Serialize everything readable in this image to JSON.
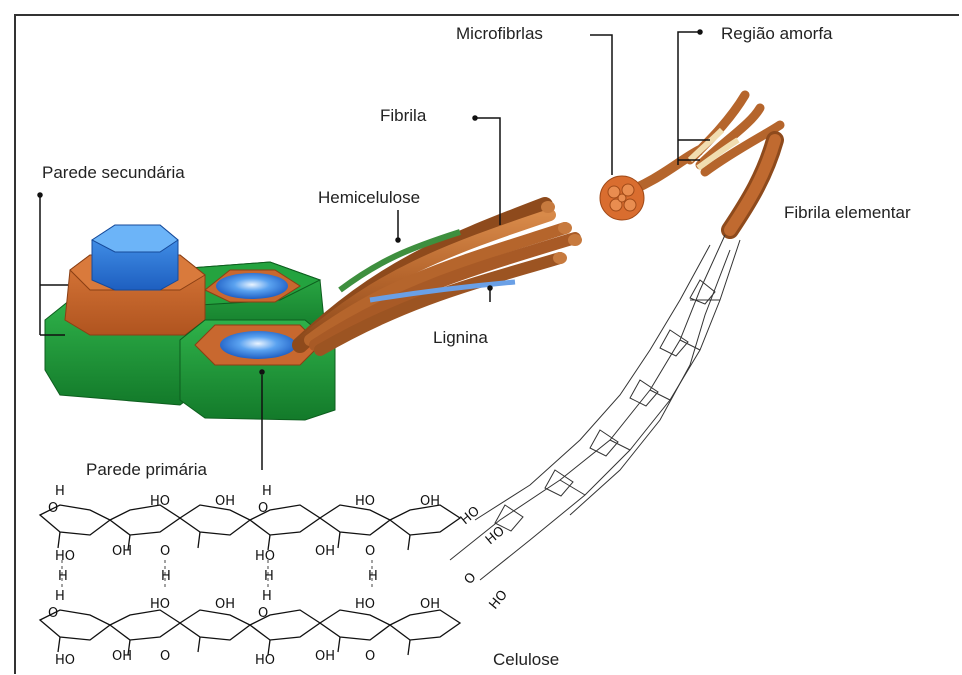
{
  "labels": {
    "parede_secundaria": "Parede secundária",
    "parede_primaria": "Parede primária",
    "hemicelulose": "Hemicelulose",
    "lignina": "Lignina",
    "fibrila": "Fibrila",
    "microfibrilas": "Microfibrlas",
    "regiao_amorfa": "Região amorfa",
    "fibrila_elementar": "Fibrila elementar",
    "celulose": "Celulose"
  },
  "colors": {
    "wall_green": "#1f9a3a",
    "wall_orange": "#c8682f",
    "lumen_blue": "#2f7fe0",
    "fibril_brown": "#b5652c",
    "hemicellulose_green": "#3e8f3e",
    "lignin_blue": "#6aa0e6"
  },
  "chemistry": {
    "row1_top": [
      "H",
      "O",
      "HO",
      "OH",
      "H",
      "O",
      "HO",
      "OH"
    ],
    "row1_bottom": [
      "HO",
      "OH",
      "O",
      "HO",
      "OH",
      "O"
    ],
    "row2_top": [
      "H",
      "O",
      "HO",
      "OH",
      "H",
      "O",
      "HO",
      "OH"
    ],
    "row2_bottom": [
      "HO",
      "OH",
      "O",
      "HO",
      "OH",
      "O"
    ],
    "hbond": [
      "H",
      "H",
      "H",
      "H"
    ],
    "twist": [
      "HO",
      "HO",
      "O",
      "HO"
    ]
  }
}
